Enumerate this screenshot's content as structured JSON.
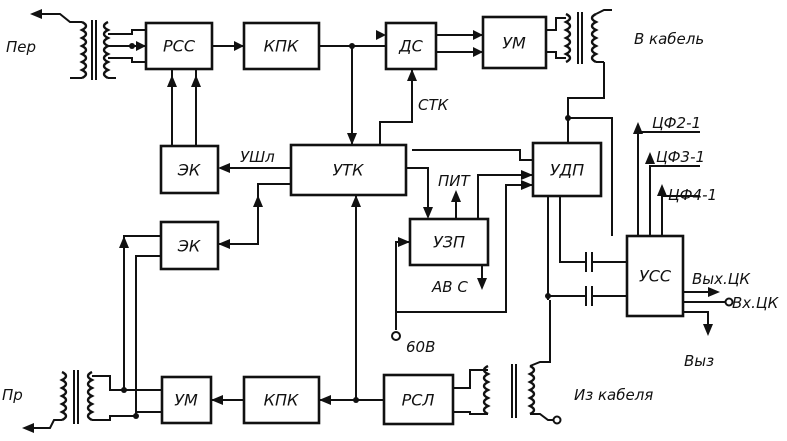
{
  "blocks": {
    "rss": "РСС",
    "kpk_top": "КПК",
    "ds": "ДС",
    "um_top": "УМ",
    "ek_top": "ЭК",
    "utk": "УТК",
    "udp": "УДП",
    "uzp": "УЗП",
    "ek_bottom": "ЭК",
    "uss": "УСС",
    "um_bottom": "УМ",
    "kpk_bottom": "КПК",
    "rsl": "РСЛ"
  },
  "labels": {
    "per": "Пер",
    "pr": "Пр",
    "to_cable": "В кабель",
    "from_cable": "Из кабеля",
    "stk": "СТК",
    "ushl": "УШл",
    "pit": "ПИТ",
    "avs": "АВ С",
    "v60": "60В",
    "cf2": "ЦФ2-1",
    "cf3": "ЦФ3-1",
    "cf4": "ЦФ4-1",
    "out_ck": "Вых.ЦК",
    "in_ck": "Вх.ЦК",
    "vyz": "Выз"
  }
}
